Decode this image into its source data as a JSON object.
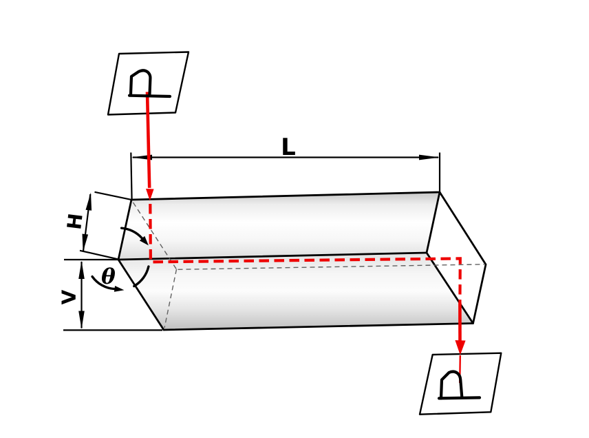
{
  "labels": {
    "length": "L",
    "height": "H",
    "vertical": "V",
    "angle": "θ"
  },
  "colors": {
    "beam": "#ee0000",
    "outline": "#000000",
    "hidden_edge": "#606060",
    "end_face_light": "#d2d2d2",
    "end_face_dark": "#c1c1c1"
  }
}
